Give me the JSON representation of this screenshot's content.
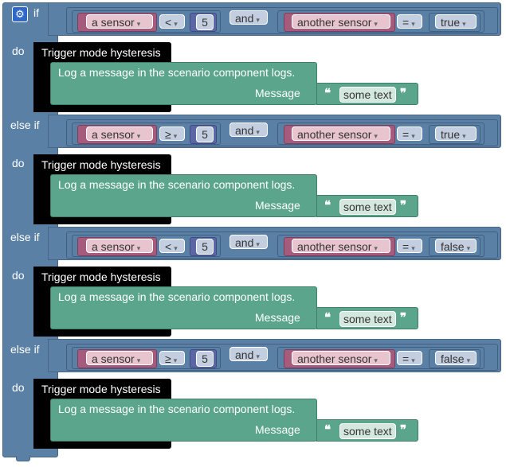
{
  "keywords": {
    "if": "if",
    "else_if": "else if",
    "do": "do"
  },
  "blocks": [
    {
      "left": "a sensor",
      "op": "<",
      "num": "5",
      "logic": "and",
      "right": "another sensor",
      "eq": "=",
      "val": "true",
      "action": "Trigger mode hysteresis",
      "log": "Log a message in the scenario component logs.",
      "message_label": "Message",
      "text": "some text"
    },
    {
      "left": "a sensor",
      "op": "≥",
      "num": "5",
      "logic": "and",
      "right": "another sensor",
      "eq": "=",
      "val": "true",
      "action": "Trigger mode hysteresis",
      "log": "Log a message in the scenario component logs.",
      "message_label": "Message",
      "text": "some text"
    },
    {
      "left": "a sensor",
      "op": "<",
      "num": "5",
      "logic": "and",
      "right": "another sensor",
      "eq": "=",
      "val": "false",
      "action": "Trigger mode hysteresis",
      "log": "Log a message in the scenario component logs.",
      "message_label": "Message",
      "text": "some text"
    },
    {
      "left": "a sensor",
      "op": "≥",
      "num": "5",
      "logic": "and",
      "right": "another sensor",
      "eq": "=",
      "val": "false",
      "action": "Trigger mode hysteresis",
      "log": "Log a message in the scenario component logs.",
      "message_label": "Message",
      "text": "some text"
    }
  ],
  "icons": {
    "settings": "gear-icon",
    "dropdown": "triangle-down-icon",
    "quote_open": "quote-open-icon",
    "quote_close": "quote-close-icon"
  },
  "colors": {
    "control": "#5b80a5",
    "sensor": "#a55b7c",
    "number": "#5b67a5",
    "action": "#000000",
    "log": "#5ba58c"
  }
}
